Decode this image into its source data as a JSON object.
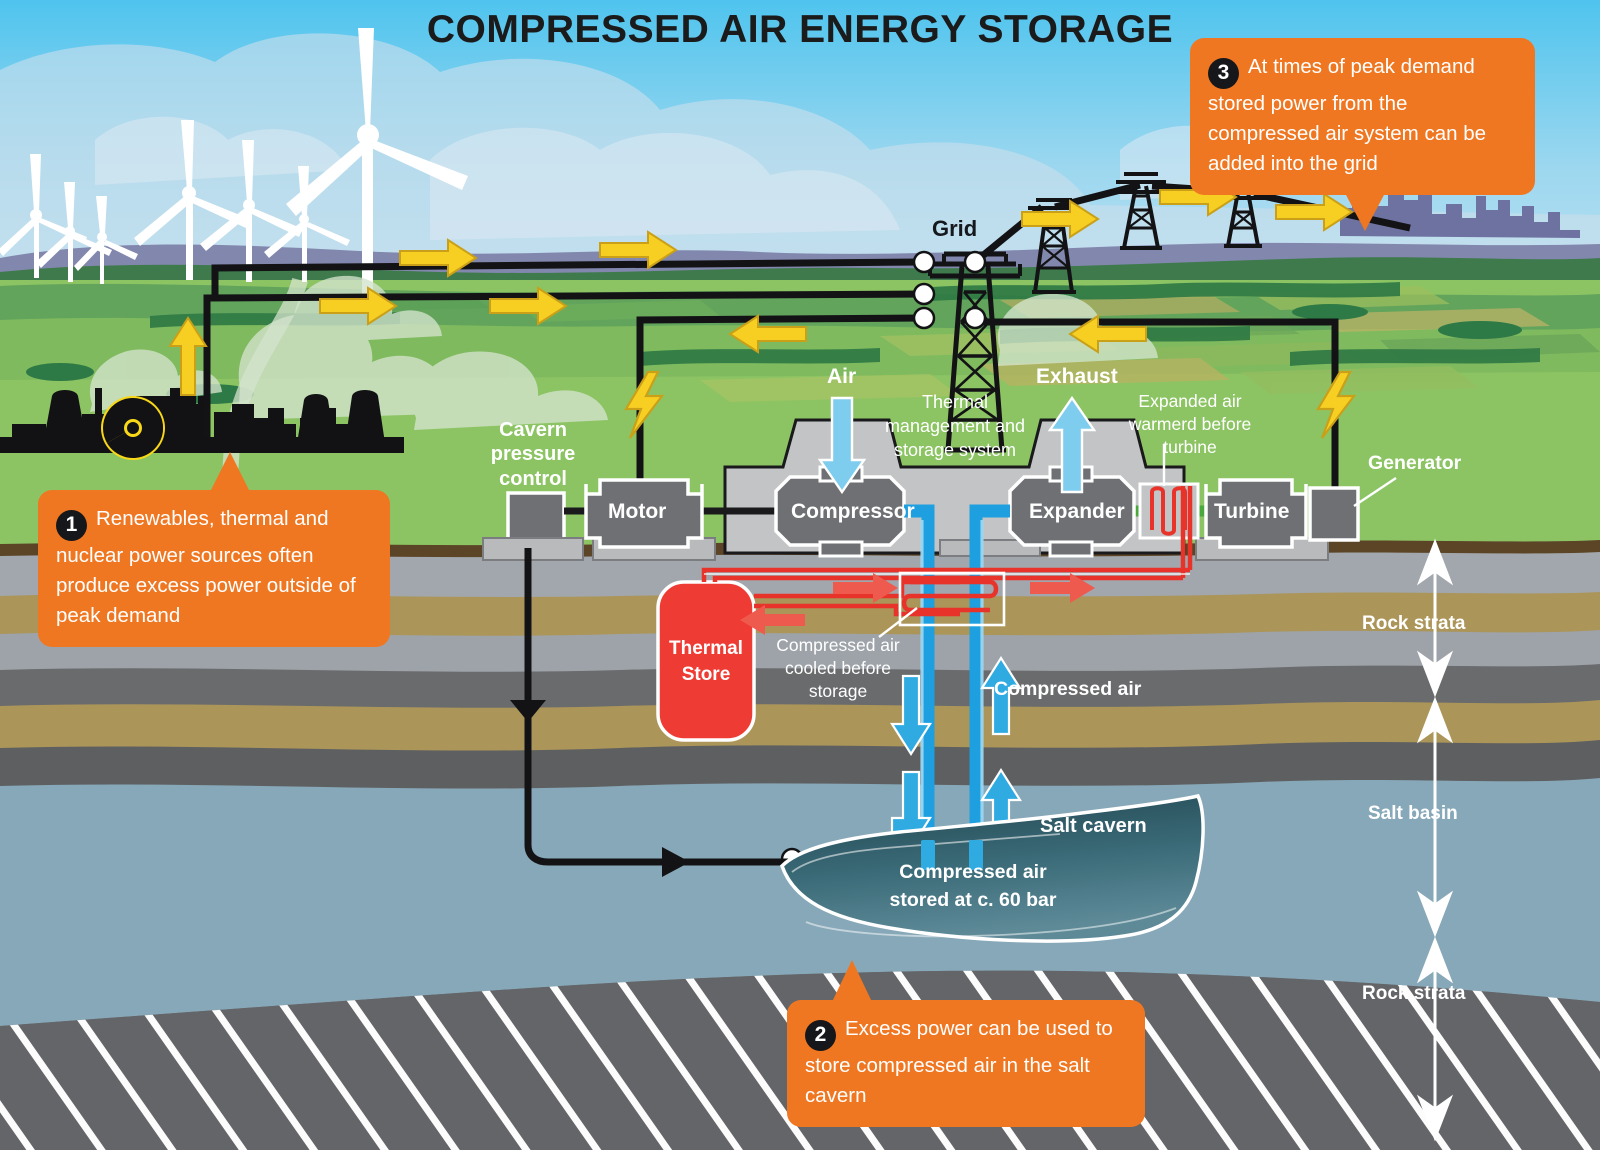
{
  "title": "COMPRESSED AIR ENERGY STORAGE",
  "callouts": [
    {
      "num": "1",
      "text": "Renewables, thermal and nuclear power sources often produce excess power outside of peak demand"
    },
    {
      "num": "2",
      "text": "Excess power can be used to store compressed air in the salt cavern"
    },
    {
      "num": "3",
      "text": "At times of peak demand stored power from the compressed air system can be added into the grid"
    }
  ],
  "labels": {
    "grid": "Grid",
    "cavern_pressure_control": "Cavern pressure control",
    "motor": "Motor",
    "air": "Air",
    "compressor": "Compressor",
    "thermal_management": "Thermal management and storage system",
    "exhaust": "Exhaust",
    "expander": "Expander",
    "expanded_air_warmed": "Expanded air warmerd before turbine",
    "turbine": "Turbine",
    "generator": "Generator",
    "thermal_store": "Thermal Store",
    "compressed_air_cooled": "Compressed air cooled before storage",
    "compressed_air": "Compressed air",
    "salt_cavern": "Salt cavern",
    "stored_at": "Compressed air stored at c. 60 bar",
    "rock_strata_upper": "Rock strata",
    "salt_basin": "Salt basin",
    "rock_strata_lower": "Rock strata"
  },
  "colors": {
    "accent_orange": "#f07722",
    "callout_number_bg": "#16171a",
    "thermal_store_red": "#ee3b33",
    "air_blue": "#6fc6ee",
    "pipe_blue": "#1e9fe0",
    "hot_pipe_red": "#e8332a",
    "arrow_yellow": "#f7cf23",
    "sky_blue": "#6ecdf0",
    "grass_green": "#7cbb55",
    "salt_basin_blue": "#87a8b8",
    "rock_dark": "#6a6b6d",
    "rock_tan": "#ab9559",
    "rock_grey": "#a0a5ab",
    "machine_grey": "#c3c4c6",
    "machine_dark_grey": "#6e7073",
    "green_shaft": "#4aa83c",
    "nuclear_yellow": "#f9d818"
  },
  "icons": {
    "bolt": "lightning-bolt-icon",
    "nuclear": "radiation-icon",
    "arrow_right": "arrow-right-icon",
    "arrow_left": "arrow-left-icon",
    "arrow_up": "arrow-up-icon",
    "arrow_down": "arrow-down-icon"
  }
}
